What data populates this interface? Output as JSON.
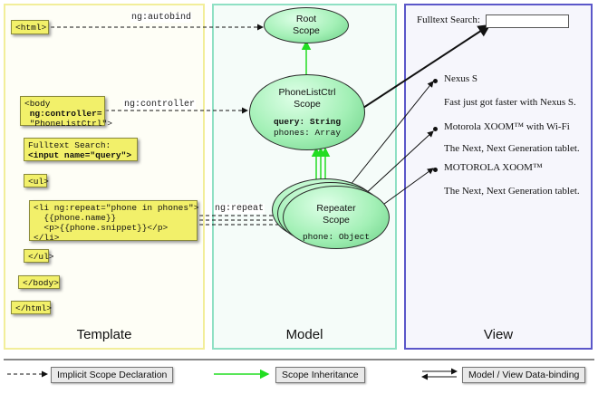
{
  "panels": {
    "template": "Template",
    "model": "Model",
    "view": "View"
  },
  "template_code": {
    "html_open": "<html>",
    "body_line1": "<body",
    "body_line2": " ng:controller=",
    "body_line3": " \"PhoneListCtrl\">",
    "search_line1": "Fulltext Search:",
    "search_line2": "<input name=\"query\">",
    "ul_open": "<ul>",
    "li_line1": "<li ng:repeat=\"phone in phones\">",
    "li_line2": "  {{phone.name}}",
    "li_line3": "  <p>{{phone.snippet}}</p>",
    "li_line4": "</li>",
    "ul_close": "</ul>",
    "body_close": "</body>",
    "html_close": "</html>"
  },
  "annotations": {
    "autobind": "ng:autobind",
    "controller": "ng:controller",
    "repeat": "ng:repeat"
  },
  "scopes": {
    "root_line1": "Root",
    "root_line2": "Scope",
    "ctrl_line1": "PhoneListCtrl",
    "ctrl_line2": "Scope",
    "ctrl_query": "query: String",
    "ctrl_phones": "phones: Array",
    "repeater_line1": "Repeater",
    "repeater_line2": "Scope",
    "repeater_phone": "phone: Object"
  },
  "view": {
    "search_label": "Fulltext Search:",
    "items": [
      {
        "name": "Nexus S",
        "snippet": "Fast just got faster with Nexus S."
      },
      {
        "name": "Motorola XOOM™ with Wi-Fi",
        "snippet": "The Next, Next Generation tablet."
      },
      {
        "name": "MOTOROLA XOOM™",
        "snippet": "The Next, Next Generation tablet."
      }
    ]
  },
  "legend": {
    "implicit": "Implicit Scope Declaration",
    "inheritance": "Scope Inheritance",
    "binding": "Model / View Data-binding"
  },
  "colors": {
    "template_border": "#f2ee9a",
    "model_border": "#8fe0c4",
    "view_border": "#5b57c9",
    "code_fill": "#f2f06a",
    "scope_fill": "#a3f0b6",
    "inheritance_arrow": "#22dd22"
  }
}
